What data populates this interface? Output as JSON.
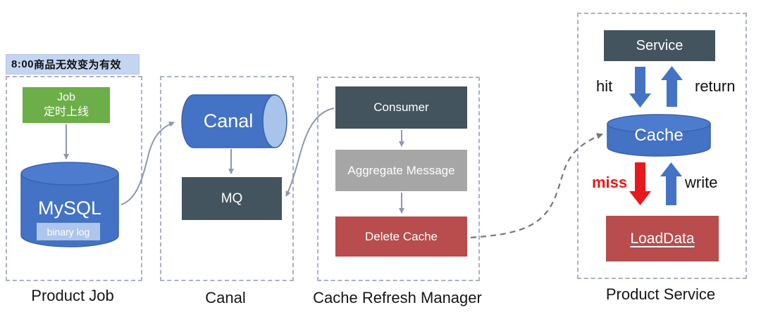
{
  "sections": {
    "product_job": {
      "label": "Product Job",
      "annotation_time": "8:00",
      "annotation_text": "商品无效变为有效",
      "job_line1": "Job",
      "job_line2": "定时上线",
      "mysql": "MySQL",
      "binary_log": "binary log"
    },
    "canal": {
      "label": "Canal",
      "canal": "Canal",
      "mq": "MQ"
    },
    "cache_refresh_manager": {
      "label": "Cache Refresh Manager",
      "consumer": "Consumer",
      "aggregate": "Aggregate Message",
      "delete_cache": "Delete Cache"
    },
    "product_service": {
      "label": "Product Service",
      "service": "Service",
      "cache": "Cache",
      "load_data": "LoadData",
      "hit": "hit",
      "return": "return",
      "miss": "miss",
      "write": "write"
    }
  },
  "colors": {
    "accent_blue": "#4472c4",
    "cylinder_cap_light": "#a9c4ea",
    "dark_slate": "#44545e",
    "green": "#6cae47",
    "gray": "#a6a6a6",
    "brick_red": "#b94c4c",
    "bright_red": "#e8191c",
    "annotation_bg": "#c3d5f1",
    "dashed_border": "#aab0cc",
    "connector_gray": "#8d96b4",
    "dashed_connector": "#777777"
  }
}
